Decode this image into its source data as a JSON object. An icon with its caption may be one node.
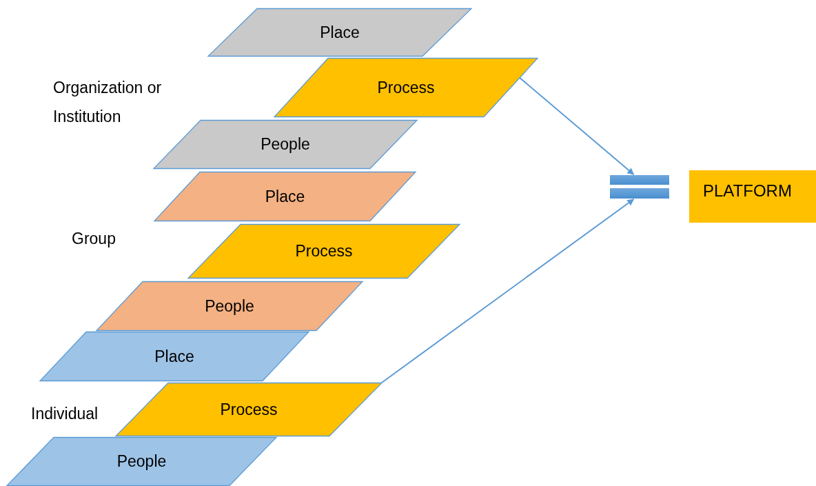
{
  "diagram": {
    "nodes": [
      {
        "text": [
          "Place"
        ]
      },
      {
        "text": [
          "Process"
        ]
      },
      {
        "text": [
          "People"
        ]
      },
      {
        "text": [
          "Place"
        ]
      },
      {
        "text": [
          "Process"
        ]
      },
      {
        "text": [
          "People"
        ]
      },
      {
        "text": [
          "Place"
        ]
      },
      {
        "text": [
          "Process"
        ]
      },
      {
        "text": [
          "People"
        ]
      },
      {
        "text": [],
        "shape": "equals"
      },
      {
        "text": [
          "PLATFORM"
        ]
      }
    ],
    "edges": [
      {
        "from": 1,
        "to": 9,
        "arrow": "to"
      },
      {
        "from": 7,
        "to": 9,
        "arrow": "to"
      }
    ],
    "labels": [
      "Organization or Institution",
      "Group",
      "Individual"
    ]
  }
}
